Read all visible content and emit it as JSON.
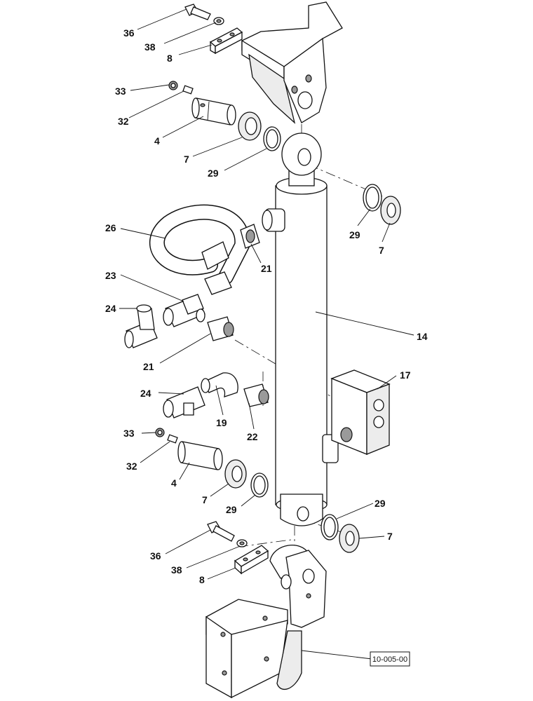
{
  "drawing": {
    "reference": "10-005-00",
    "callouts": [
      {
        "id": "c36a",
        "text": "36"
      },
      {
        "id": "c38a",
        "text": "38"
      },
      {
        "id": "c8a",
        "text": "8"
      },
      {
        "id": "c33a",
        "text": "33"
      },
      {
        "id": "c32a",
        "text": "32"
      },
      {
        "id": "c4a",
        "text": "4"
      },
      {
        "id": "c7a",
        "text": "7"
      },
      {
        "id": "c29a",
        "text": "29"
      },
      {
        "id": "c29b",
        "text": "29"
      },
      {
        "id": "c7b",
        "text": "7"
      },
      {
        "id": "c26",
        "text": "26"
      },
      {
        "id": "c21a",
        "text": "21"
      },
      {
        "id": "c23",
        "text": "23"
      },
      {
        "id": "c24a",
        "text": "24"
      },
      {
        "id": "c14",
        "text": "14"
      },
      {
        "id": "c21b",
        "text": "21"
      },
      {
        "id": "c17",
        "text": "17"
      },
      {
        "id": "c24b",
        "text": "24"
      },
      {
        "id": "c19",
        "text": "19"
      },
      {
        "id": "c22",
        "text": "22"
      },
      {
        "id": "c33b",
        "text": "33"
      },
      {
        "id": "c32b",
        "text": "32"
      },
      {
        "id": "c4b",
        "text": "4"
      },
      {
        "id": "c7c",
        "text": "7"
      },
      {
        "id": "c29c",
        "text": "29"
      },
      {
        "id": "c29d",
        "text": "29"
      },
      {
        "id": "c7d",
        "text": "7"
      },
      {
        "id": "c36b",
        "text": "36"
      },
      {
        "id": "c38b",
        "text": "38"
      },
      {
        "id": "c8b",
        "text": "8"
      }
    ]
  }
}
